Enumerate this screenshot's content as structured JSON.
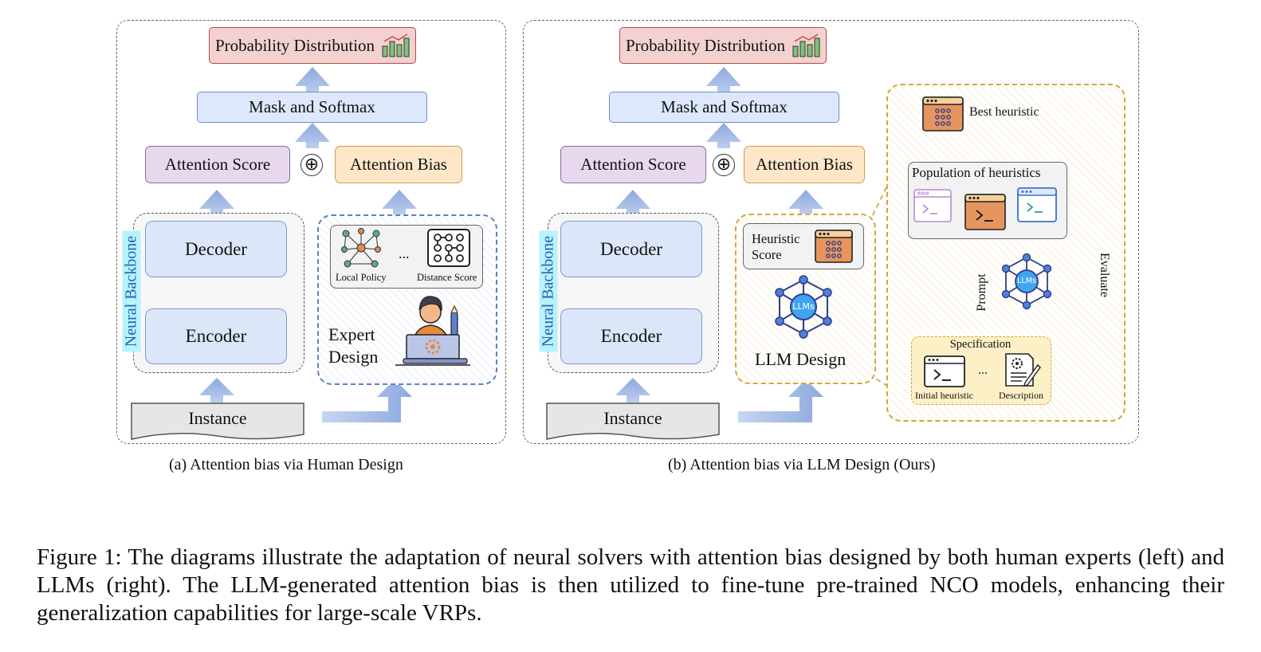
{
  "left_panel": {
    "probability": "Probability Distribution",
    "mask": "Mask and Softmax",
    "attention_score": "Attention Score",
    "attention_bias": "Attention Bias",
    "oplus": "⊕",
    "backbone": "Neural Backbone",
    "decoder": "Decoder",
    "encoder": "Encoder",
    "instance": "Instance",
    "local_policy": "Local Policy",
    "ellipsis": "...",
    "distance_score": "Distance Score",
    "expert_line1": "Expert",
    "expert_line2": "Design",
    "caption": "(a) Attention bias via Human Design"
  },
  "right_panel": {
    "probability": "Probability Distribution",
    "mask": "Mask and Softmax",
    "attention_score": "Attention Score",
    "attention_bias": "Attention Bias",
    "oplus": "⊕",
    "backbone": "Neural Backbone",
    "decoder": "Decoder",
    "encoder": "Encoder",
    "instance": "Instance",
    "heuristic_score_line1": "Heuristic",
    "heuristic_score_line2": "Score",
    "llms_badge": "LLMs",
    "llm_design": "LLM Design",
    "best_heuristic": "Best heuristic",
    "population": "Population of heuristics",
    "prompt": "Prompt",
    "evaluate": "Evaluate",
    "llms_badge2": "LLMs",
    "specification": "Specification",
    "initial_heuristic": "Initial heuristic",
    "ellipsis": "...",
    "description": "Description",
    "caption": "(b) Attention bias via LLM Design (Ours)"
  },
  "figure_caption": "Figure 1: The diagrams illustrate the adaptation of neural solvers with attention bias designed by both human experts (left) and LLMs (right). The LLM-generated attention bias is then utilized to fine-tune pre-trained NCO models, enhancing their generalization capabilities for large-scale VRPs.",
  "icons": [
    "bar-chart-icon",
    "network-graph-icon",
    "grid-matrix-icon",
    "engineer-laptop-icon",
    "code-window-icon",
    "llm-hub-icon",
    "document-gear-icon"
  ]
}
